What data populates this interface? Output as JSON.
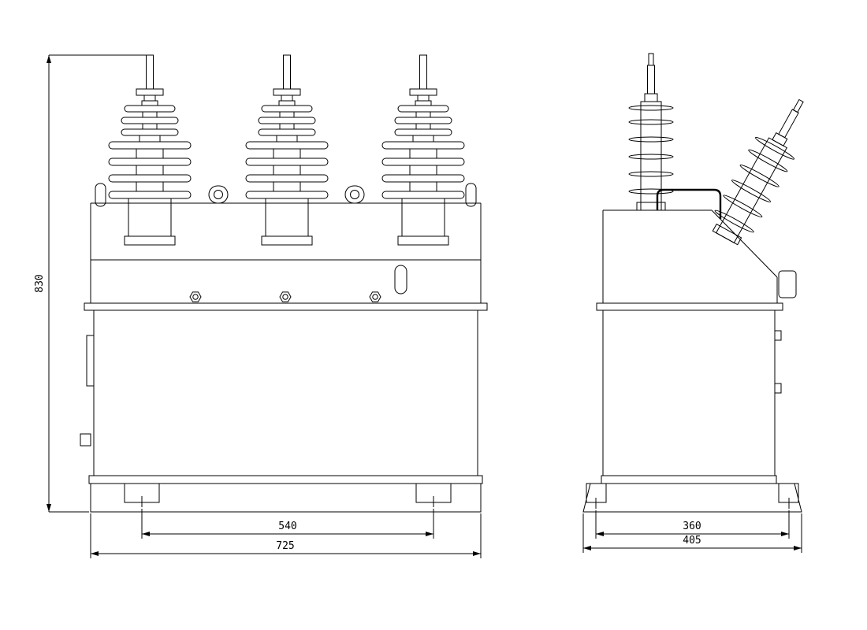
{
  "colors": {
    "line": "#000000",
    "background": "#ffffff"
  },
  "dimensions": {
    "front_height": "830",
    "front_feet_span": "540",
    "front_overall_width": "725",
    "side_feet_span": "360",
    "side_overall_width": "405"
  }
}
